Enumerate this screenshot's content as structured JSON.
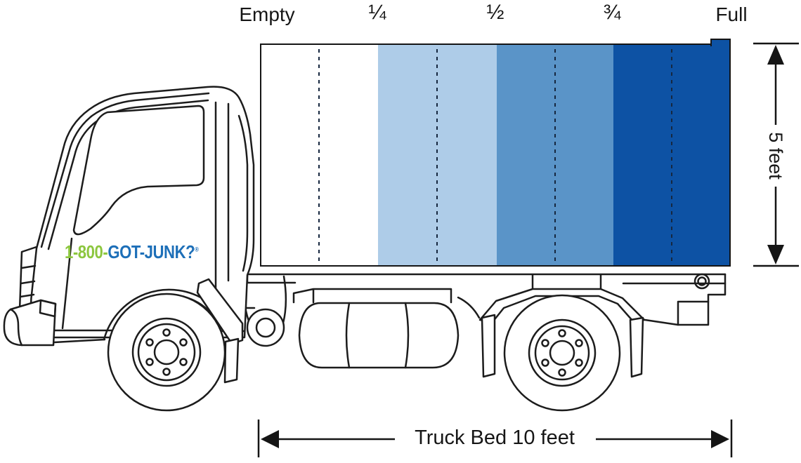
{
  "logo": {
    "prefix": "1-800-",
    "suffix": "GOT-JUNK?",
    "registered_mark": "®",
    "prefix_color": "#8CC63E",
    "suffix_color": "#1D6FB8"
  },
  "bed_gauge": {
    "markers": [
      {
        "label": "Empty",
        "value": 0
      },
      {
        "label": "¼",
        "value": 0.25
      },
      {
        "label": "½",
        "value": 0.5
      },
      {
        "label": "¾",
        "value": 0.75
      },
      {
        "label": "Full",
        "value": 1
      }
    ],
    "sections": [
      {
        "name": "empty-to-quarter",
        "color": "#FFFFFF"
      },
      {
        "name": "quarter-to-half",
        "color": "#AECCE8"
      },
      {
        "name": "half-to-three-quarter",
        "color": "#5A94C8"
      },
      {
        "name": "three-quarter-to-full",
        "color": "#0D52A4"
      }
    ],
    "divider_color": "#16273F",
    "outline_color": "#151515"
  },
  "measurements": {
    "height": {
      "label": "5 feet"
    },
    "length": {
      "label": "Truck Bed 10 feet"
    },
    "color": "#151515"
  },
  "truck": {
    "line_color": "#1C1C1C"
  }
}
